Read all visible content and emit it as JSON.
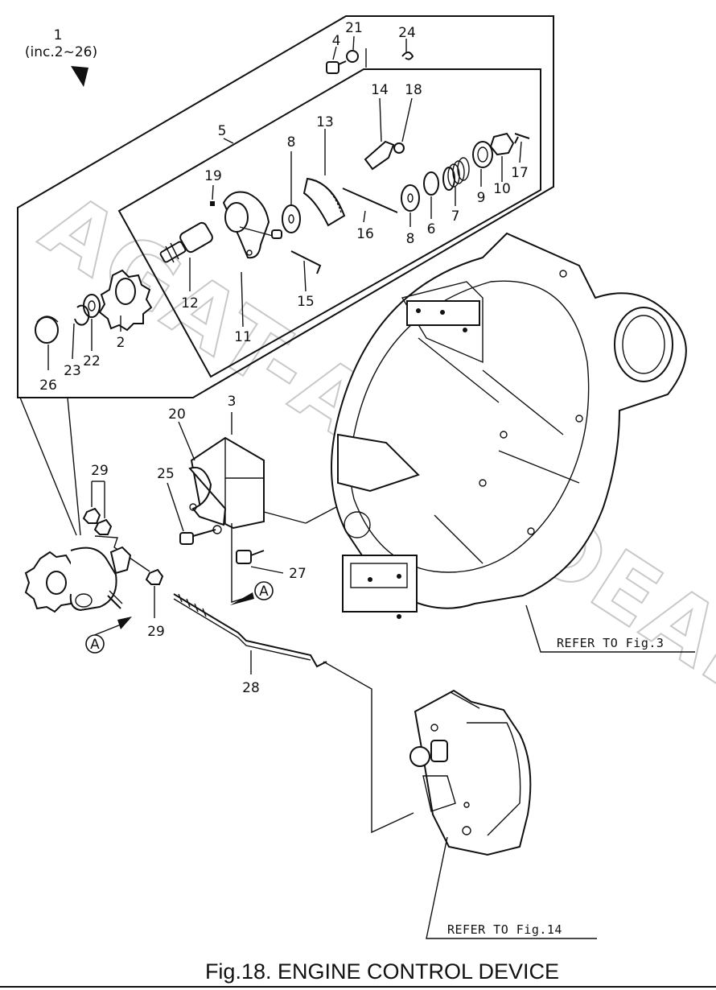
{
  "assembly": {
    "number": "1",
    "includes": "(inc.2~26)"
  },
  "callouts": [
    "2",
    "3",
    "4",
    "5",
    "6",
    "7",
    "8",
    "8",
    "9",
    "10",
    "11",
    "12",
    "13",
    "14",
    "15",
    "16",
    "17",
    "18",
    "19",
    "20",
    "21",
    "22",
    "23",
    "24",
    "25",
    "26",
    "27",
    "28",
    "29",
    "29"
  ],
  "detail_markers": [
    "A",
    "A"
  ],
  "references": {
    "fig3": "REFER TO Fig.3",
    "fig14": "REFER TO Fig.14"
  },
  "caption": "Fig.18.  ENGINE CONTROL DEVICE",
  "watermark": "AGAT-AUTODEALER.RU"
}
